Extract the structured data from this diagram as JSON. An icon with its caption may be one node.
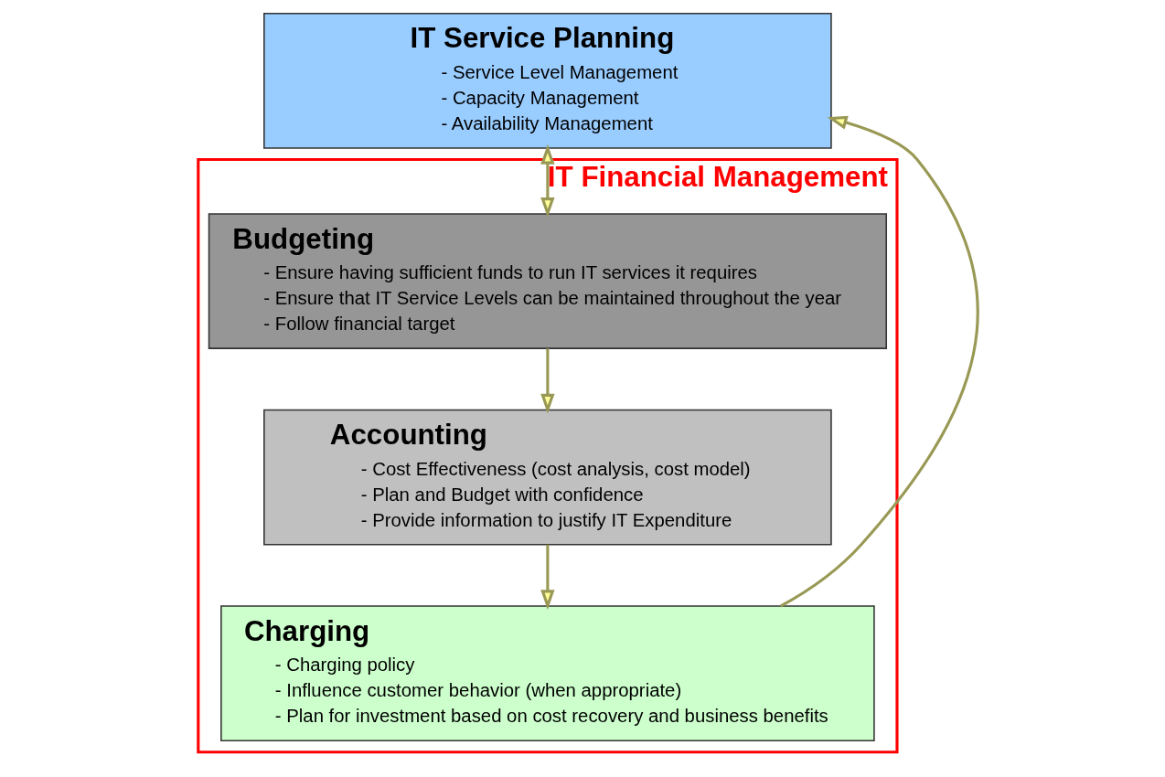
{
  "diagram": {
    "nodes": [
      {
        "text": [
          "IT Service Planning",
          "- Service Level Management",
          "- Capacity Management",
          "- Availability Management"
        ]
      },
      {
        "text": [
          "IT Financial Management"
        ]
      },
      {
        "text": [
          "Budgeting",
          "- Ensure having sufficient funds to run IT services it requires",
          "- Ensure that IT Service Levels can be maintained throughout the year",
          "- Follow financial target"
        ],
        "in": 1
      },
      {
        "text": [
          "Accounting",
          "- Cost Effectiveness (cost analysis, cost model)",
          "- Plan and Budget with confidence",
          "- Provide information to justify IT Expenditure"
        ],
        "in": 1
      },
      {
        "text": [
          "Charging",
          "- Charging policy",
          "- Influence customer behavior (when appropriate)",
          "- Plan for investment based on cost recovery and business benefits"
        ],
        "in": 1
      }
    ],
    "edges": [
      {
        "from": 0,
        "to": 2,
        "arrow": "both"
      },
      {
        "from": 2,
        "to": 3,
        "arrow": "to"
      },
      {
        "from": 3,
        "to": 4,
        "arrow": "to"
      },
      {
        "from": 4,
        "to": 0,
        "arrow": "to"
      }
    ]
  }
}
